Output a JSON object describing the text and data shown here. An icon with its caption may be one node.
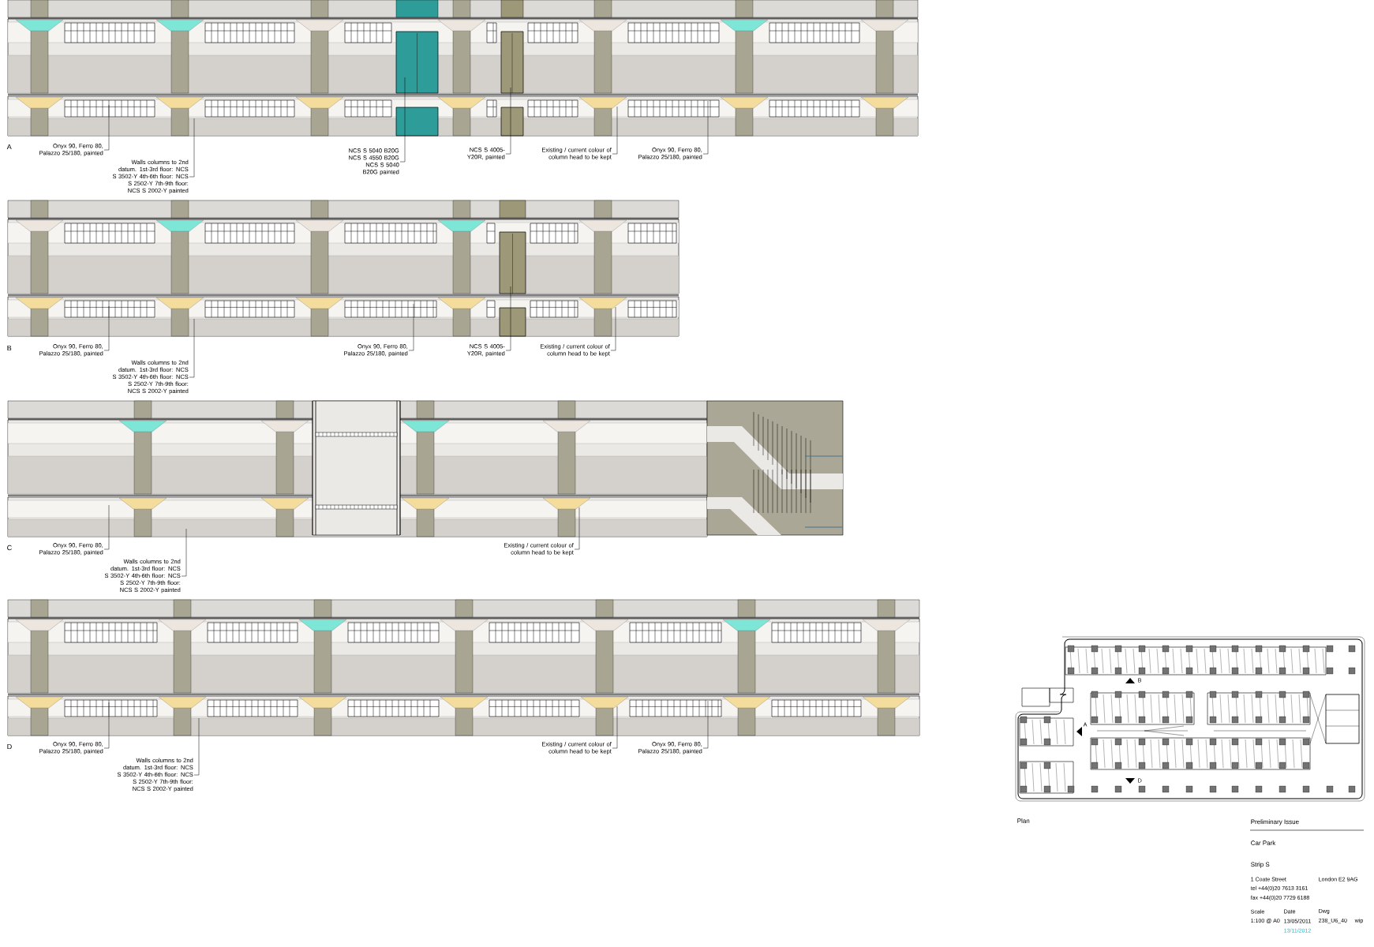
{
  "diagram": {
    "nodes": [
      {
        "text": [
          "Onyx 90, Ferro 80, Palazzo 25/180, painted"
        ]
      },
      {
        "text": [
          "Walls columns to 2nd datum. 1st-3rd floor: NCS S 3502-Y 4th-6th floor: NCS S 2502-Y 7th-9th floor: NCS S 2002-Y painted"
        ]
      },
      {
        "text": [
          "NCS S 5040 B20G NCS S 4550 B20G NCS S 5040 B20G painted"
        ]
      },
      {
        "text": [
          "NCS S 4005-Y20R, painted"
        ]
      },
      {
        "text": [
          "Existing / current colour of column head to be kept"
        ]
      },
      {
        "text": [
          "Onyx 90, Ferro 80, Palazzo 25/180, painted"
        ]
      },
      {
        "text": [
          "Onyx 90, Ferro 80, Palazzo 25/180, painted"
        ]
      },
      {
        "text": [
          "Walls columns to 2nd datum. 1st-3rd floor: NCS S 3502-Y 4th-6th floor: NCS S 2502-Y 7th-9th floor: NCS S 2002-Y painted"
        ]
      },
      {
        "text": [
          "Onyx 90, Ferro 80, Palazzo 25/180, painted"
        ]
      },
      {
        "text": [
          "NCS S 4005-Y20R, painted"
        ]
      },
      {
        "text": [
          "Existing / current colour of column head to be kept"
        ]
      },
      {
        "text": [
          "Onyx 90, Ferro 80, Palazzo 25/180, painted"
        ]
      },
      {
        "text": [
          "Walls columns to 2nd datum. 1st-3rd floor: NCS S 3502-Y 4th-6th floor: NCS S 2502-Y 7th-9th floor: NCS S 2002-Y painted"
        ]
      },
      {
        "text": [
          "Existing / current colour of column head to be kept"
        ]
      },
      {
        "text": [
          "Onyx 90, Ferro 80, Palazzo 25/180, painted"
        ]
      },
      {
        "text": [
          "Walls columns to 2nd datum. 1st-3rd floor: NCS S 3502-Y 4th-6th floor: NCS S 2502-Y 7th-9th floor: NCS S 2002-Y painted"
        ]
      },
      {
        "text": [
          "Existing / current colour of column head to be kept"
        ]
      },
      {
        "text": [
          "Onyx 90, Ferro 80, Palazzo 25/180, painted"
        ]
      }
    ],
    "edges": [
      {
        "from": 0,
        "to": null,
        "arrow": "none"
      },
      {
        "from": 1,
        "to": null,
        "arrow": "none"
      },
      {
        "from": 2,
        "to": null,
        "arrow": "none"
      },
      {
        "from": 3,
        "to": null,
        "arrow": "none"
      },
      {
        "from": 4,
        "to": null,
        "arrow": "none"
      },
      {
        "from": 5,
        "to": null,
        "arrow": "none"
      },
      {
        "from": 6,
        "to": null,
        "arrow": "none"
      },
      {
        "from": 7,
        "to": null,
        "arrow": "none"
      },
      {
        "from": 8,
        "to": null,
        "arrow": "none"
      },
      {
        "from": 9,
        "to": null,
        "arrow": "none"
      },
      {
        "from": 10,
        "to": null,
        "arrow": "none"
      },
      {
        "from": 11,
        "to": null,
        "arrow": "none"
      },
      {
        "from": 12,
        "to": null,
        "arrow": "none"
      },
      {
        "from": 13,
        "to": null,
        "arrow": "none"
      },
      {
        "from": 14,
        "to": null,
        "arrow": "none"
      },
      {
        "from": 15,
        "to": null,
        "arrow": "none"
      },
      {
        "from": 16,
        "to": null,
        "arrow": "none"
      },
      {
        "from": 17,
        "to": null,
        "arrow": "none"
      }
    ],
    "labels": [
      "A",
      "B",
      "C",
      "D",
      "B",
      "A",
      "D",
      "Plan",
      "Preliminary Issue",
      "Car Park",
      "Strip S",
      "1 Coate Street",
      "London E2 9AG",
      "tel +44(0)20 7613 3161",
      "fax +44(0)20 7729 6188",
      "Scale",
      "Date",
      "Dwg",
      "1:100 @ A0",
      "13/05/2011",
      "238_U6_40",
      "wip",
      "13/11/2012"
    ]
  }
}
